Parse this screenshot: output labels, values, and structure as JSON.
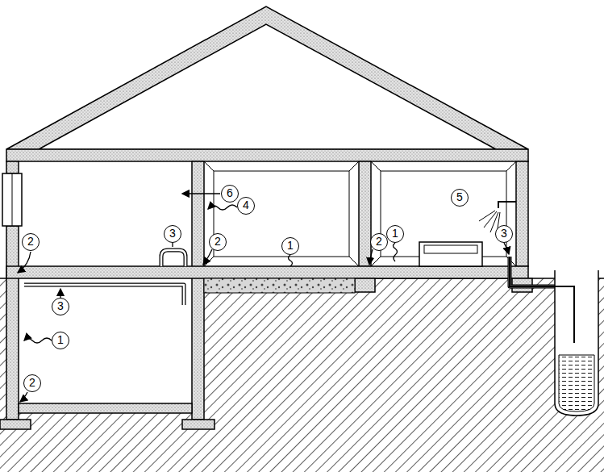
{
  "diagram": {
    "labels": [
      "6",
      "5",
      "4",
      "3",
      "1",
      "3",
      "2",
      "2",
      "2",
      "1",
      "3",
      "1",
      "2"
    ]
  }
}
